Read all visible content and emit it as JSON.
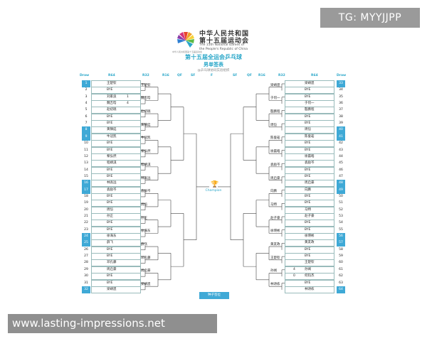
{
  "header": {
    "title_line1": "中华人民共和国",
    "title_line2": "第十五届运动会",
    "en_line1": "The 15th National Games of",
    "en_line2": "the People's Republic of China",
    "logo_caption": "中华人民共和国第十五届运动会",
    "subtitle": "第十五届全运会乒乓球",
    "event": "男单签表",
    "note": "@乒乓球协同实验组织"
  },
  "columns": {
    "left": [
      "Draw",
      "R64",
      "R32",
      "R16",
      "QF",
      "SF",
      "F"
    ],
    "right": [
      "SF",
      "QF",
      "R16",
      "R32",
      "R64",
      "Draw"
    ]
  },
  "champion_label": "Champion",
  "referee_label": "种子签位",
  "left_draw": [
    {
      "no": "1",
      "name": "王楚钦",
      "seed": true
    },
    {
      "no": "2",
      "name": "BYE",
      "seed": false
    },
    {
      "no": "3",
      "name": "刘家良",
      "seed": false
    },
    {
      "no": "4",
      "name": "魏吉晗",
      "seed": false
    },
    {
      "no": "5",
      "name": "赵初珉",
      "seed": false
    },
    {
      "no": "6",
      "name": "BYE",
      "seed": false
    },
    {
      "no": "7",
      "name": "BYE",
      "seed": false
    },
    {
      "no": "8",
      "name": "黄镇廷",
      "seed": true
    },
    {
      "no": "9",
      "name": "牛冠凯",
      "seed": true
    },
    {
      "no": "10",
      "name": "BYE",
      "seed": false
    },
    {
      "no": "11",
      "name": "BYE",
      "seed": false
    },
    {
      "no": "12",
      "name": "黎弘然",
      "seed": false
    },
    {
      "no": "13",
      "name": "程靖淇",
      "seed": false
    },
    {
      "no": "14",
      "name": "BYE",
      "seed": false
    },
    {
      "no": "15",
      "name": "BYE",
      "seed": false
    },
    {
      "no": "16",
      "name": "林高远",
      "seed": true
    },
    {
      "no": "17",
      "name": "袁励岑",
      "seed": true
    },
    {
      "no": "18",
      "name": "BYE",
      "seed": false
    },
    {
      "no": "19",
      "name": "BYE",
      "seed": false
    },
    {
      "no": "20",
      "name": "周恺",
      "seed": false
    },
    {
      "no": "21",
      "name": "孙正",
      "seed": false
    },
    {
      "no": "22",
      "name": "BYE",
      "seed": false
    },
    {
      "no": "23",
      "name": "BYE",
      "seed": false
    },
    {
      "no": "24",
      "name": "徐海东",
      "seed": true
    },
    {
      "no": "25",
      "name": "薛飞",
      "seed": true
    },
    {
      "no": "26",
      "name": "BYE",
      "seed": false
    },
    {
      "no": "27",
      "name": "BYE",
      "seed": false
    },
    {
      "no": "28",
      "name": "邓孔藤",
      "seed": false
    },
    {
      "no": "29",
      "name": "周启豪",
      "seed": false
    },
    {
      "no": "30",
      "name": "BYE",
      "seed": false
    },
    {
      "no": "31",
      "name": "BYE",
      "seed": false
    },
    {
      "no": "32",
      "name": "梁靖崑",
      "seed": true
    }
  ],
  "right_draw": [
    {
      "no": "33",
      "name": "梁靖崑",
      "seed": true
    },
    {
      "no": "34",
      "name": "BYE",
      "seed": false
    },
    {
      "no": "35",
      "name": "BYE",
      "seed": false
    },
    {
      "no": "36",
      "name": "于何一",
      "seed": false
    },
    {
      "no": "37",
      "name": "殷鹏程",
      "seed": false
    },
    {
      "no": "38",
      "name": "BYE",
      "seed": false
    },
    {
      "no": "39",
      "name": "BYE",
      "seed": false
    },
    {
      "no": "40",
      "name": "周恺",
      "seed": true
    },
    {
      "no": "41",
      "name": "陈俊菘",
      "seed": true
    },
    {
      "no": "42",
      "name": "BYE",
      "seed": false
    },
    {
      "no": "43",
      "name": "BYE",
      "seed": false
    },
    {
      "no": "44",
      "name": "徐晨皓",
      "seed": false
    },
    {
      "no": "45",
      "name": "袁励岑",
      "seed": false
    },
    {
      "no": "46",
      "name": "BYE",
      "seed": false
    },
    {
      "no": "47",
      "name": "BYE",
      "seed": false
    },
    {
      "no": "48",
      "name": "周启豪",
      "seed": true
    },
    {
      "no": "49",
      "name": "向鹏",
      "seed": true
    },
    {
      "no": "50",
      "name": "BYE",
      "seed": false
    },
    {
      "no": "51",
      "name": "BYE",
      "seed": false
    },
    {
      "no": "52",
      "name": "马特",
      "seed": false
    },
    {
      "no": "53",
      "name": "赵子豪",
      "seed": false
    },
    {
      "no": "54",
      "name": "BYE",
      "seed": false
    },
    {
      "no": "55",
      "name": "BYE",
      "seed": false
    },
    {
      "no": "56",
      "name": "徐瑛彬",
      "seed": true
    },
    {
      "no": "57",
      "name": "黄友政",
      "seed": true
    },
    {
      "no": "58",
      "name": "BYE",
      "seed": false
    },
    {
      "no": "59",
      "name": "BYE",
      "seed": false
    },
    {
      "no": "60",
      "name": "王楚钦",
      "seed": false
    },
    {
      "no": "61",
      "name": "孙闻",
      "seed": false
    },
    {
      "no": "62",
      "name": "何钧杰",
      "seed": false
    },
    {
      "no": "63",
      "name": "BYE",
      "seed": false
    },
    {
      "no": "64",
      "name": "林诗栋",
      "seed": true
    }
  ],
  "left_r32": [
    "王楚钦",
    "魏吉晗",
    "赵初珉",
    "黄镇廷",
    "牛冠凯",
    "黎弘然",
    "程靖淇",
    "林高远",
    "袁励岑",
    "周恺",
    "孙正",
    "徐海东",
    "薛飞",
    "邓孔藤",
    "周启豪",
    "梁靖崑"
  ],
  "right_r32": [
    "梁靖崑",
    "于何一",
    "殷鹏程",
    "周恺",
    "陈俊菘",
    "徐晨皓",
    "袁励岑",
    "周启豪",
    "向鹏",
    "马特",
    "赵子豪",
    "徐瑛彬",
    "黄友政",
    "王楚钦",
    "孙闻",
    "林诗栋"
  ],
  "scores": {
    "l3": "1",
    "l4": "4",
    "r61": "4",
    "r62": "0"
  }
}
